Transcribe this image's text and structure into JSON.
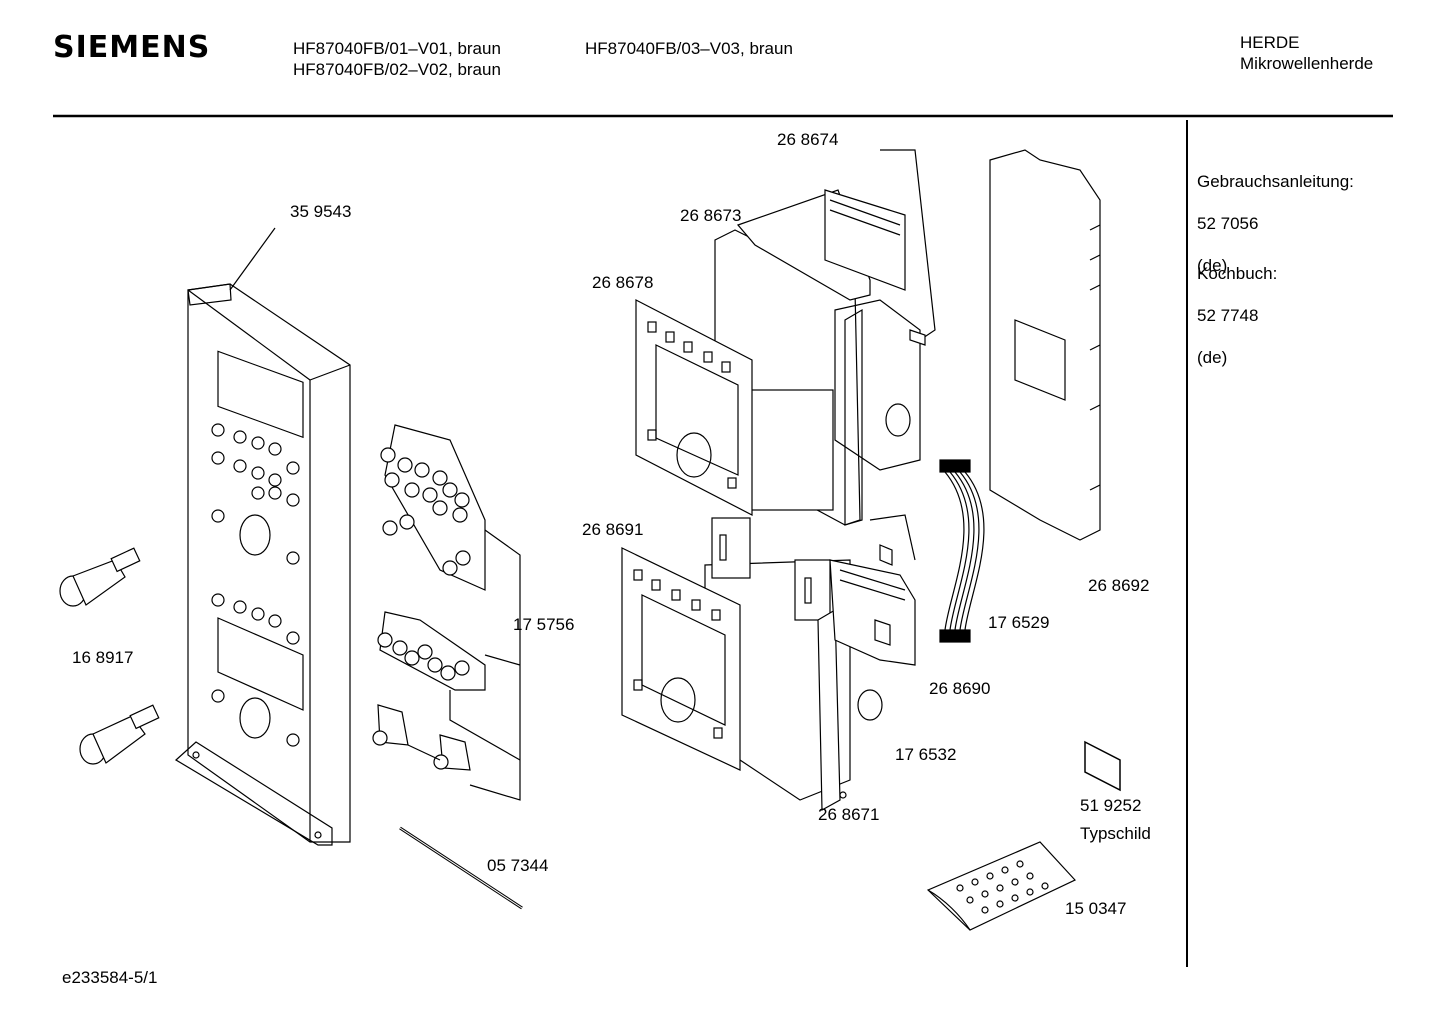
{
  "header": {
    "brand": "SIEMENS",
    "models_col1": [
      "HF87040FB/01–V01, braun",
      "HF87040FB/02–V02, braun"
    ],
    "models_col2": [
      "HF87040FB/03–V03, braun"
    ],
    "category": [
      "HERDE",
      "Mikrowellenherde"
    ]
  },
  "sidebar": {
    "manual_label": "Gebrauchsanleitung:",
    "manual_number": "52 7056",
    "manual_lang": "(de)",
    "cookbook_label": "Kochbuch:",
    "cookbook_number": "52 7748",
    "cookbook_lang": "(de)"
  },
  "parts": {
    "p268674": "26 8674",
    "p268673": "26 8673",
    "p359543": "35 9543",
    "p268678": "26 8678",
    "p268691": "26 8691",
    "p268692": "26 8692",
    "p175756": "17 5756",
    "p176529": "17 6529",
    "p168917": "16 8917",
    "p268690": "26 8690",
    "p176532": "17 6532",
    "p519252": "51 9252",
    "typschild": "Typschild",
    "p268671": "26 8671",
    "p057344": "05 7344",
    "p150347": "15 0347"
  },
  "footer": {
    "doc_id": "e233584-5/1"
  }
}
